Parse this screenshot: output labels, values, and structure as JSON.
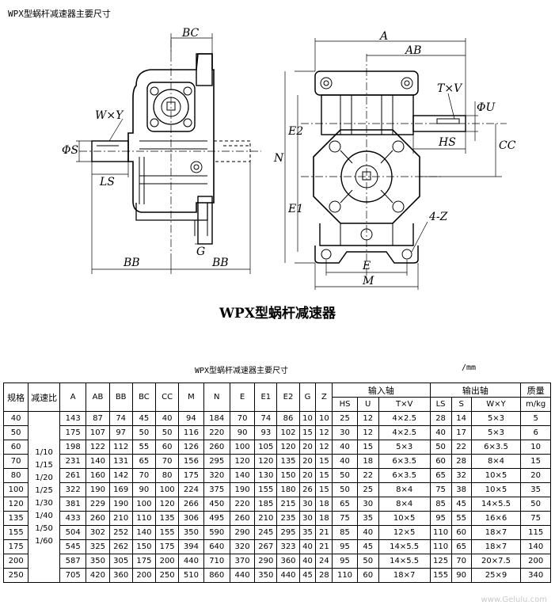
{
  "page_title": "WPX型蜗杆减速器主要尺寸",
  "product_title": "WPX型蜗杆减速器",
  "drawing_labels": {
    "BC": "BC",
    "WxY": "W×Y",
    "phiS": "ΦS",
    "LS": "LS",
    "G": "G",
    "BB_left": "BB",
    "BB_right": "BB",
    "A": "A",
    "AB": "AB",
    "TxV": "T×V",
    "phiU": "ΦU",
    "HS": "HS",
    "CC": "CC",
    "E2": "E2",
    "E1": "E1",
    "N": "N",
    "Z4": "4-Z",
    "E": "E",
    "M": "M"
  },
  "table": {
    "caption": "WPX型蜗杆减速器主要尺寸",
    "unit": "/mm",
    "headers": {
      "spec": "规格",
      "ratio": "减速比",
      "cols": [
        "A",
        "AB",
        "BB",
        "BC",
        "CC",
        "M",
        "N",
        "E",
        "E1",
        "E2",
        "G",
        "Z"
      ],
      "input_shaft": "输入轴",
      "output_shaft": "输出轴",
      "input_cols": [
        "HS",
        "U",
        "T×V"
      ],
      "output_cols": [
        "LS",
        "S",
        "W×Y"
      ],
      "mass": "质量",
      "mass_unit": "m/kg"
    },
    "ratios": [
      "1/10",
      "1/15",
      "1/20",
      "1/25",
      "1/30",
      "1/40",
      "1/50",
      "1/60"
    ],
    "rows": [
      [
        "40",
        "143",
        "87",
        "74",
        "45",
        "40",
        "94",
        "184",
        "70",
        "74",
        "86",
        "10",
        "10",
        "25",
        "12",
        "4×2.5",
        "28",
        "14",
        "5×3",
        "5"
      ],
      [
        "50",
        "175",
        "107",
        "97",
        "50",
        "50",
        "116",
        "220",
        "90",
        "93",
        "102",
        "15",
        "12",
        "30",
        "12",
        "4×2.5",
        "40",
        "17",
        "5×3",
        "6"
      ],
      [
        "60",
        "198",
        "122",
        "112",
        "55",
        "60",
        "126",
        "260",
        "100",
        "105",
        "120",
        "20",
        "12",
        "40",
        "15",
        "5×3",
        "50",
        "22",
        "6×3.5",
        "10"
      ],
      [
        "70",
        "231",
        "140",
        "131",
        "65",
        "70",
        "156",
        "295",
        "120",
        "120",
        "135",
        "20",
        "15",
        "40",
        "18",
        "6×3.5",
        "60",
        "28",
        "8×4",
        "15"
      ],
      [
        "80",
        "261",
        "160",
        "142",
        "70",
        "80",
        "175",
        "320",
        "140",
        "130",
        "150",
        "20",
        "15",
        "50",
        "22",
        "6×3.5",
        "65",
        "32",
        "10×5",
        "20"
      ],
      [
        "100",
        "322",
        "190",
        "169",
        "90",
        "100",
        "224",
        "375",
        "190",
        "155",
        "180",
        "26",
        "15",
        "50",
        "25",
        "8×4",
        "75",
        "38",
        "10×5",
        "35"
      ],
      [
        "120",
        "381",
        "229",
        "190",
        "100",
        "120",
        "266",
        "450",
        "220",
        "185",
        "215",
        "30",
        "18",
        "65",
        "30",
        "8×4",
        "85",
        "45",
        "14×5.5",
        "50"
      ],
      [
        "135",
        "433",
        "260",
        "210",
        "110",
        "135",
        "306",
        "495",
        "260",
        "210",
        "235",
        "30",
        "18",
        "75",
        "35",
        "10×5",
        "95",
        "55",
        "16×6",
        "75"
      ],
      [
        "155",
        "504",
        "302",
        "252",
        "140",
        "155",
        "350",
        "590",
        "290",
        "245",
        "295",
        "35",
        "21",
        "85",
        "40",
        "12×5",
        "110",
        "60",
        "18×7",
        "115"
      ],
      [
        "175",
        "545",
        "325",
        "262",
        "150",
        "175",
        "394",
        "640",
        "320",
        "267",
        "323",
        "40",
        "21",
        "95",
        "45",
        "14×5.5",
        "110",
        "65",
        "18×7",
        "140"
      ],
      [
        "200",
        "587",
        "350",
        "305",
        "175",
        "200",
        "440",
        "710",
        "370",
        "290",
        "360",
        "40",
        "24",
        "95",
        "50",
        "14×5.5",
        "125",
        "70",
        "20×7.5",
        "200"
      ],
      [
        "250",
        "705",
        "420",
        "360",
        "200",
        "250",
        "510",
        "860",
        "440",
        "350",
        "440",
        "45",
        "28",
        "110",
        "60",
        "18×7",
        "155",
        "90",
        "25×9",
        "340"
      ]
    ]
  },
  "watermark": "www.Gelulu.com"
}
